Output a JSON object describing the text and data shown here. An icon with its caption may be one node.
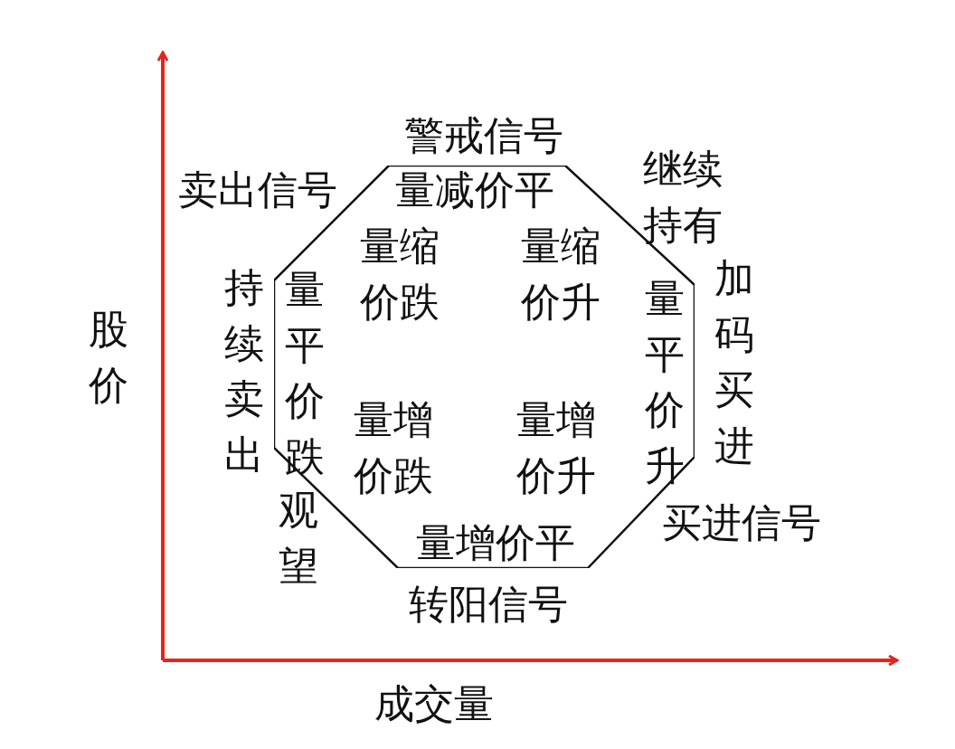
{
  "diagram": {
    "nodes": [
      {
        "text": [
          "量减价平",
          "量缩价跌",
          "量缩价升",
          "量平价跌",
          "量增价跌",
          "量增价升",
          "量平价升",
          "量增价平"
        ]
      }
    ],
    "edges": [],
    "labels": [
      "警戒信号",
      "卖出信号",
      "继续持有",
      "持续卖出",
      "加码买进",
      "观望",
      "买进信号",
      "转阳信号",
      "股价",
      "成交量"
    ]
  }
}
